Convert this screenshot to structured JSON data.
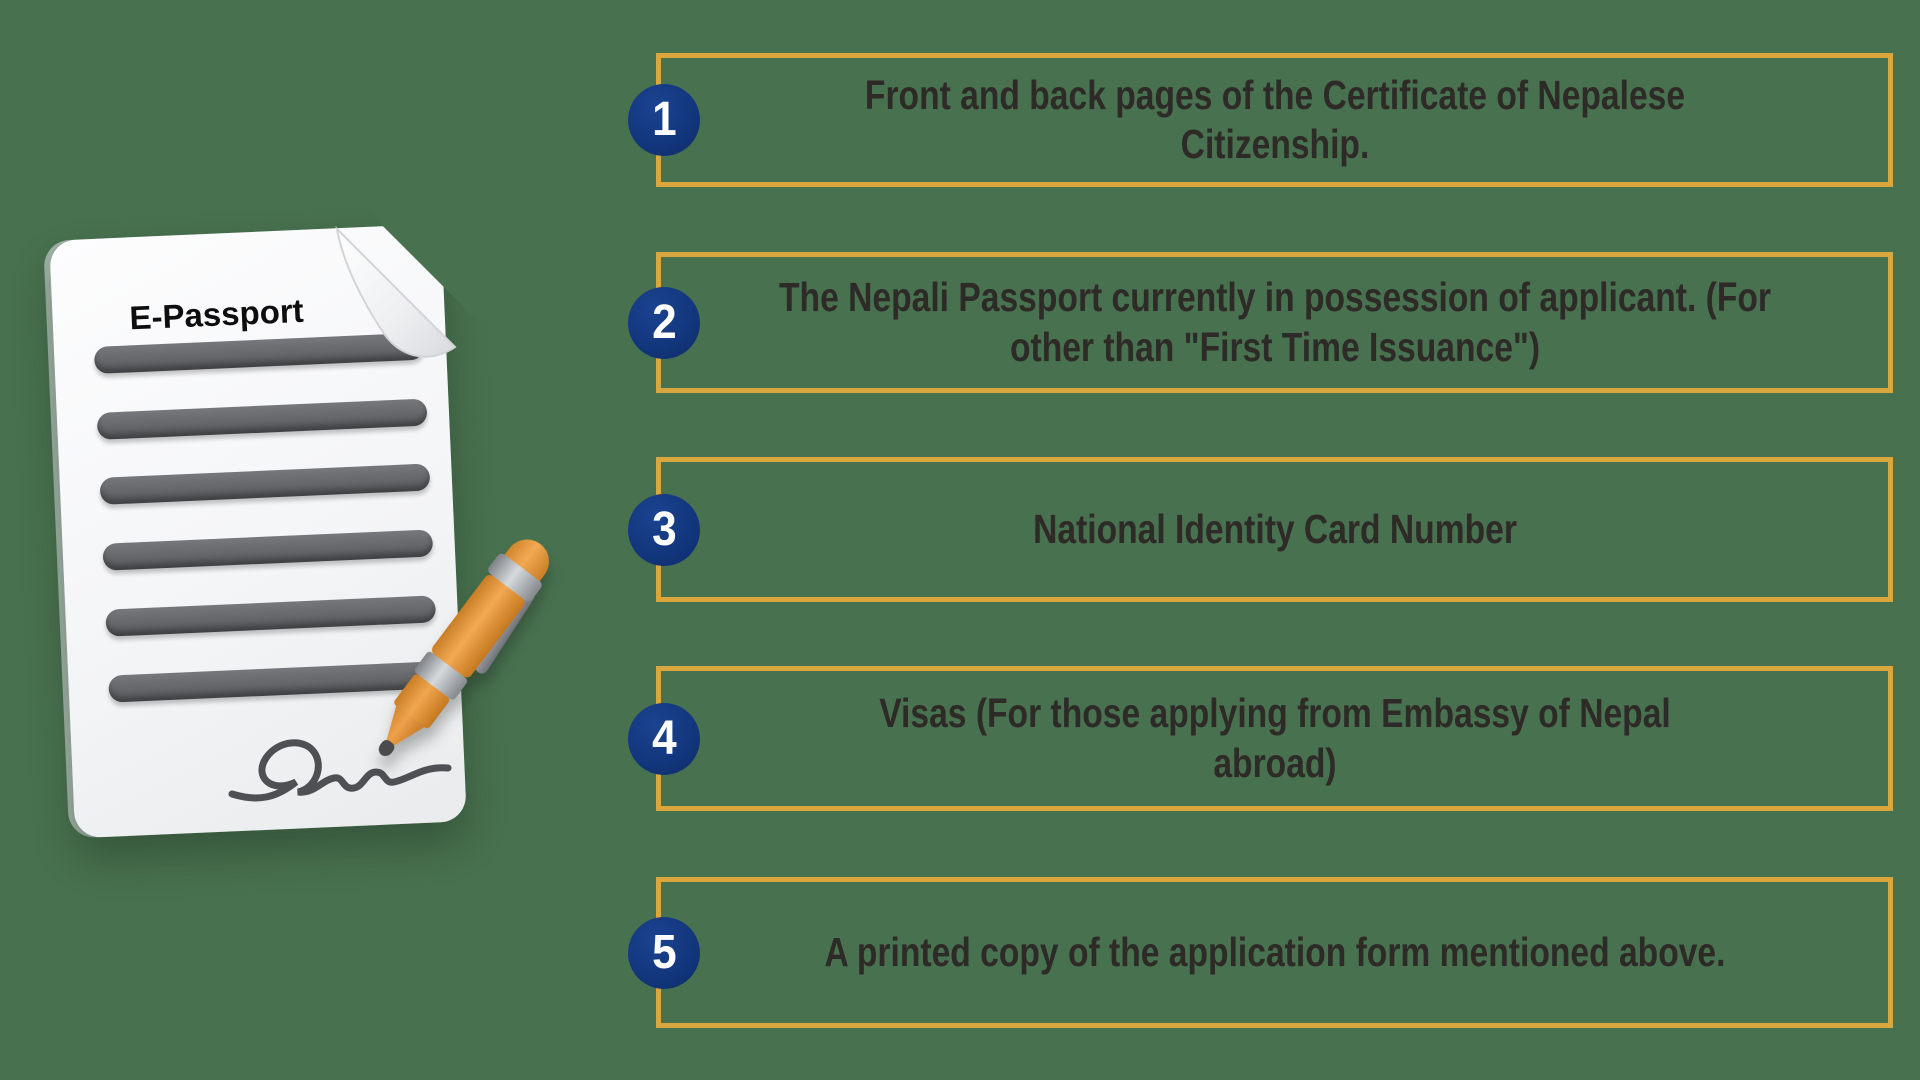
{
  "colors": {
    "background": "#48714F",
    "box_border_gold": "#DAA63E",
    "number_badge_navy": "#12367C",
    "box_text": "#2D2A27",
    "pen_orange": "#E8963E"
  },
  "document": {
    "title": "E-Passport"
  },
  "requirements": [
    {
      "number": "1",
      "text": "Front and back pages of the Certificate of Nepalese\nCitizenship."
    },
    {
      "number": "2",
      "text": "The Nepali Passport currently in possession of applicant. (For\nother than \"First Time Issuance\")"
    },
    {
      "number": "3",
      "text": "National Identity Card Number"
    },
    {
      "number": "4",
      "text": "Visas (For those applying from Embassy of Nepal\nabroad)"
    },
    {
      "number": "5",
      "text": "A printed copy of the application form mentioned above."
    }
  ]
}
